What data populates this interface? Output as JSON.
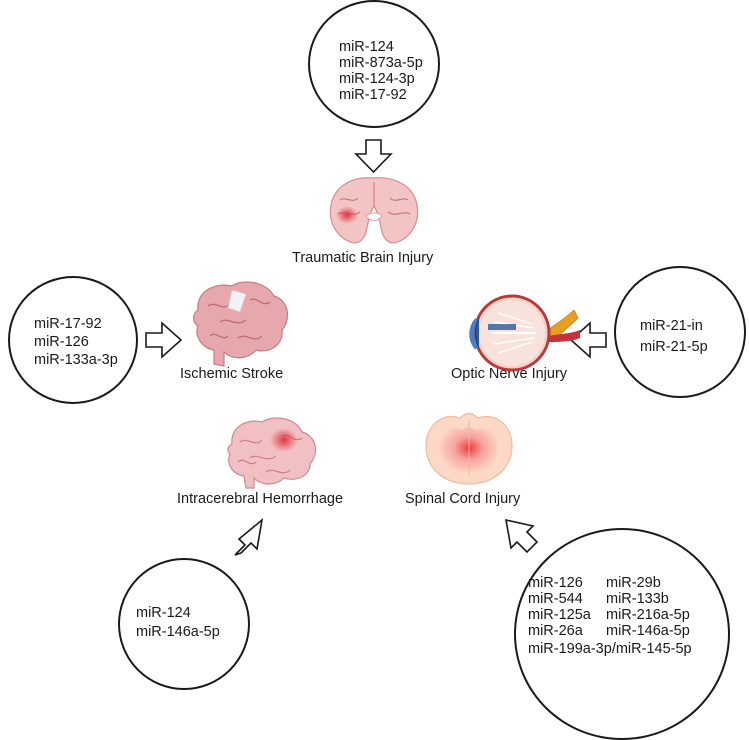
{
  "injuries": {
    "tbi": "Traumatic Brain Injury",
    "stroke": "Ischemic Stroke",
    "optic": "Optic Nerve Injury",
    "ich": "Intracerebral Hemorrhage",
    "sci": "Spinal Cord Injury"
  },
  "mirnas": {
    "tbi": [
      "miR-124",
      "miR-873a-5p",
      "miR-124-3p",
      "miR-17-92"
    ],
    "stroke": [
      "miR-17-92",
      "miR-126",
      "miR-133a-3p"
    ],
    "optic": [
      "miR-21-in",
      "miR-21-5p"
    ],
    "ich": [
      "miR-124",
      "miR-146a-5p"
    ],
    "sci_left": [
      "miR-126",
      "miR-544",
      "miR-125a",
      "miR-26a"
    ],
    "sci_right": [
      "miR-29b",
      "miR-133b",
      "miR-216a-5p",
      "miR-146a-5p"
    ],
    "sci_bottom": "miR-199a-3p/miR-145-5p"
  },
  "icons": {
    "tbi": "brain-coronal-section-icon",
    "stroke": "brain-icon",
    "optic": "eye-cross-section-icon",
    "ich": "brain-hemorrhage-icon",
    "sci": "spinal-cord-section-icon"
  },
  "colors": {
    "outline": "#1a1a1a",
    "tissue": "#e9a4a8",
    "lesion": "#e0303a"
  }
}
